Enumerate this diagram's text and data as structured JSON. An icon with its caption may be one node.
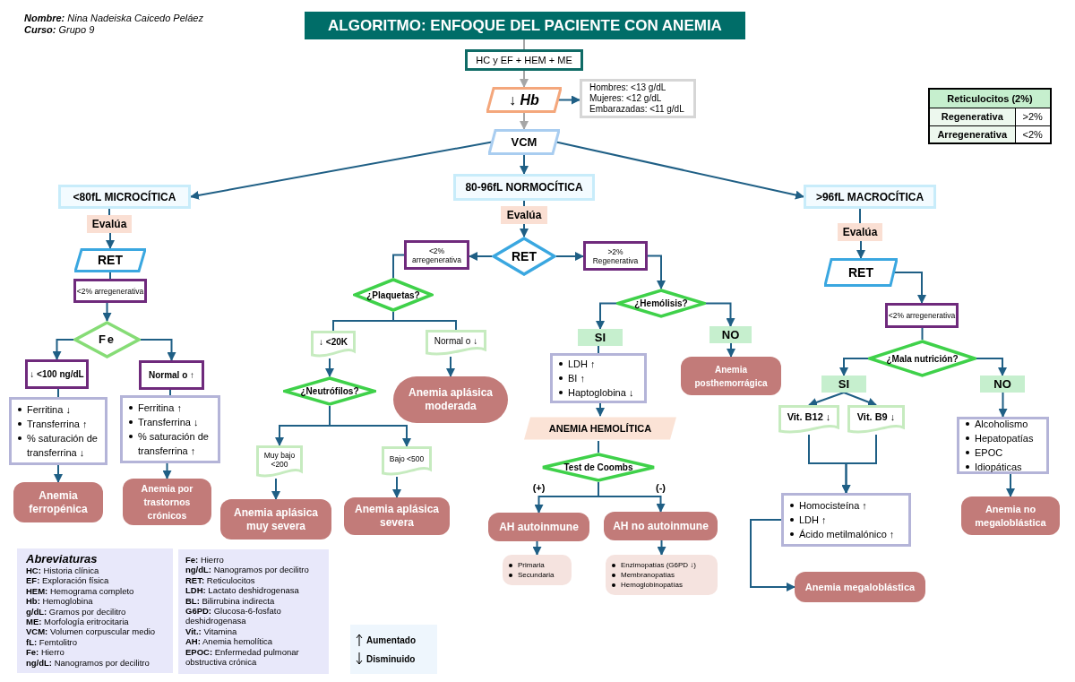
{
  "diagram": {
    "nodes": [
      {
        "text": [
          "ALGORITMO: ENFOQUE DEL PACIENTE CON ANEMIA"
        ]
      },
      {
        "text": [
          "HC y EF + HEM + ME"
        ]
      },
      {
        "text": [
          "↓ Hb"
        ]
      },
      {
        "text": [
          "Hombres: <13 g/dL",
          "Mujeres: <12 g/dL",
          "Embarazadas: <11 g/dL"
        ]
      },
      {
        "text": [
          "VCM"
        ]
      },
      {
        "text": [
          "<80fL MICROCÍTICA"
        ]
      },
      {
        "text": [
          "80-96fL NORMOCÍTICA"
        ]
      },
      {
        "text": [
          ">96fL MACROCÍTICA"
        ]
      },
      {
        "text": [
          "Evalúa"
        ]
      },
      {
        "text": [
          "Evalúa"
        ]
      },
      {
        "text": [
          "Evalúa"
        ]
      },
      {
        "text": [
          "RET"
        ]
      },
      {
        "text": [
          "RET"
        ]
      },
      {
        "text": [
          "RET"
        ]
      },
      {
        "text": [
          "<2% arregenerativa"
        ]
      },
      {
        "text": [
          "<2% arregenerativa"
        ]
      },
      {
        "text": [
          ">2% Regenerativa"
        ]
      },
      {
        "text": [
          "<2% arregenerativa"
        ]
      },
      {
        "text": [
          "Fe"
        ]
      },
      {
        "text": [
          "↓ <100 ng/dL"
        ]
      },
      {
        "text": [
          "Normal o ↑"
        ]
      },
      {
        "text": [
          "Ferritina ↓",
          "Transferrina ↑",
          "% saturación de transferrina ↓"
        ]
      },
      {
        "text": [
          "Ferritina ↑",
          "Transferrina ↓",
          "% saturación de transferrina ↑"
        ]
      },
      {
        "text": [
          "Anemia ferropénica"
        ]
      },
      {
        "text": [
          "Anemia por trastornos crónicos"
        ]
      },
      {
        "text": [
          "¿Plaquetas?"
        ]
      },
      {
        "text": [
          "↓ <20K"
        ]
      },
      {
        "text": [
          "Normal o ↓"
        ]
      },
      {
        "text": [
          "¿Neutrófilos?"
        ]
      },
      {
        "text": [
          "Anemia aplásica moderada"
        ]
      },
      {
        "text": [
          "Muy bajo <200"
        ]
      },
      {
        "text": [
          "Bajo <500"
        ]
      },
      {
        "text": [
          "Anemia aplásica muy severa"
        ]
      },
      {
        "text": [
          "Anemia aplásica severa"
        ]
      },
      {
        "text": [
          "¿Hemólisis?"
        ]
      },
      {
        "text": [
          "SI"
        ]
      },
      {
        "text": [
          "NO"
        ]
      },
      {
        "text": [
          "LDH ↑",
          "BI ↑",
          "Haptoglobina ↓"
        ]
      },
      {
        "text": [
          "Anemia posthemorrágica"
        ]
      },
      {
        "text": [
          "ANEMIA HEMOLÍTICA"
        ]
      },
      {
        "text": [
          "Test de Coombs"
        ]
      },
      {
        "text": [
          "AH autoinmune"
        ]
      },
      {
        "text": [
          "AH no autoinmune"
        ]
      },
      {
        "text": [
          "Primaria",
          "Secundaria"
        ]
      },
      {
        "text": [
          "Enzimopatías (G6PD ↓)",
          "Membranopatías",
          "Hemoglobinopatías"
        ]
      },
      {
        "text": [
          "¿Mala nutrición?"
        ]
      },
      {
        "text": [
          "SI"
        ]
      },
      {
        "text": [
          "NO"
        ]
      },
      {
        "text": [
          "Vit. B12 ↓"
        ]
      },
      {
        "text": [
          "Vit. B9 ↓"
        ]
      },
      {
        "text": [
          "Homocisteína ↑",
          "LDH ↑",
          "Ácido metilmalónico ↑"
        ]
      },
      {
        "text": [
          "Alcoholismo",
          "Hepatopatías",
          "EPOC",
          "Idiopáticas"
        ]
      },
      {
        "text": [
          "Anemia no megaloblástica"
        ]
      },
      {
        "text": [
          "Anemia megaloblástica"
        ]
      }
    ],
    "edges": [
      {
        "from": 0,
        "to": 1,
        "arrow": "none",
        "color": "#a6a6a6"
      },
      {
        "from": 1,
        "to": 2,
        "arrow": "to",
        "color": "#a6a6a6"
      },
      {
        "from": 2,
        "to": 3,
        "arrow": "to"
      },
      {
        "from": 2,
        "to": 4,
        "arrow": "to",
        "color": "#a6a6a6"
      },
      {
        "from": 4,
        "to": 5,
        "arrow": "to"
      },
      {
        "from": 4,
        "to": 6,
        "arrow": "to"
      },
      {
        "from": 4,
        "to": 7,
        "arrow": "to"
      },
      {
        "from": 5,
        "to": 8,
        "arrow": "none"
      },
      {
        "from": 8,
        "to": 11,
        "arrow": "to"
      },
      {
        "from": 6,
        "to": 9,
        "arrow": "none"
      },
      {
        "from": 9,
        "to": 12,
        "arrow": "to"
      },
      {
        "from": 7,
        "to": 10,
        "arrow": "none"
      },
      {
        "from": 10,
        "to": 13,
        "arrow": "to"
      },
      {
        "from": 11,
        "to": 14,
        "arrow": "none"
      },
      {
        "from": 14,
        "to": 18,
        "arrow": "to"
      },
      {
        "from": 18,
        "to": 19,
        "arrow": "to"
      },
      {
        "from": 18,
        "to": 20,
        "arrow": "to"
      },
      {
        "from": 19,
        "to": 21,
        "arrow": "none"
      },
      {
        "from": 20,
        "to": 22,
        "arrow": "none"
      },
      {
        "from": 21,
        "to": 23,
        "arrow": "to"
      },
      {
        "from": 22,
        "to": 24,
        "arrow": "to"
      },
      {
        "from": 12,
        "to": 15,
        "arrow": "to"
      },
      {
        "from": 12,
        "to": 16,
        "arrow": "to"
      },
      {
        "from": 15,
        "to": 25,
        "arrow": "none"
      },
      {
        "from": 25,
        "to": 26,
        "arrow": "none"
      },
      {
        "from": 25,
        "to": 27,
        "arrow": "none"
      },
      {
        "from": 26,
        "to": 28,
        "arrow": "to"
      },
      {
        "from": 27,
        "to": 29,
        "arrow": "to"
      },
      {
        "from": 28,
        "to": 30,
        "arrow": "to"
      },
      {
        "from": 28,
        "to": 31,
        "arrow": "to"
      },
      {
        "from": 30,
        "to": 32,
        "arrow": "to"
      },
      {
        "from": 31,
        "to": 33,
        "arrow": "to"
      },
      {
        "from": 16,
        "to": 34,
        "arrow": "to"
      },
      {
        "from": 34,
        "to": 35,
        "arrow": "to"
      },
      {
        "from": 34,
        "to": 36,
        "arrow": "to"
      },
      {
        "from": 35,
        "to": 37,
        "arrow": "none"
      },
      {
        "from": 36,
        "to": 38,
        "arrow": "to"
      },
      {
        "from": 37,
        "to": 39,
        "arrow": "to"
      },
      {
        "from": 39,
        "to": 40,
        "arrow": "none"
      },
      {
        "from": 40,
        "to": 41,
        "arrow": "to",
        "label": "(+)"
      },
      {
        "from": 40,
        "to": 42,
        "arrow": "to",
        "label": "(-)"
      },
      {
        "from": 41,
        "to": 43,
        "arrow": "to"
      },
      {
        "from": 42,
        "to": 44,
        "arrow": "to"
      },
      {
        "from": 13,
        "to": 17,
        "arrow": "to"
      },
      {
        "from": 17,
        "to": 45,
        "arrow": "none"
      },
      {
        "from": 45,
        "to": 46,
        "arrow": "to"
      },
      {
        "from": 45,
        "to": 47,
        "arrow": "to"
      },
      {
        "from": 46,
        "to": 48,
        "arrow": "to"
      },
      {
        "from": 46,
        "to": 49,
        "arrow": "to"
      },
      {
        "from": 47,
        "to": 51,
        "arrow": "to"
      },
      {
        "from": 48,
        "to": 50,
        "arrow": "to"
      },
      {
        "from": 49,
        "to": 50,
        "arrow": "to"
      },
      {
        "from": 50,
        "to": 53,
        "arrow": "to"
      },
      {
        "from": 51,
        "to": 52,
        "arrow": "to"
      }
    ],
    "labels": [
      "**Nombre:** Nina Nadeiska Caicedo Peláez",
      "**Curso:** Grupo 9",
      "Reticulocitos (2%)",
      "Regenerativa",
      ">2%",
      "Arregenerativa",
      "<2%",
      "Abreviaturas",
      "**HC:** Historia clínica",
      "**EF:** Exploración física",
      "**HEM:** Hemograma completo",
      "**Hb:** Hemoglobina",
      "**g/dL:** Gramos por decilitro",
      "**ME:** Morfología eritrocitaria",
      "**VCM:** Volumen corpuscular medio",
      "**fL:** Femtolitro",
      "**Fe:** Hierro",
      "**ng/dL:** Nanogramos por decilitro",
      "**Fe:** Hierro",
      "**ng/dL:** Nanogramos por decilitro",
      "**RET:** Reticulocitos",
      "**LDH:** Lactato deshidrogenasa",
      "**BL:** Bilirrubina indirecta",
      "**G6PD:** Glucosa-6-fosfato deshidrogenasa",
      "**Vit.:** Vitamina",
      "**AH:** Anemia hemolítica",
      "**EPOC:** Enfermedad pulmonar obstructiva crónica"
    ],
    "legend": [
      {
        "text": "Aumentado"
      },
      {
        "text": "Disminuido"
      }
    ]
  }
}
